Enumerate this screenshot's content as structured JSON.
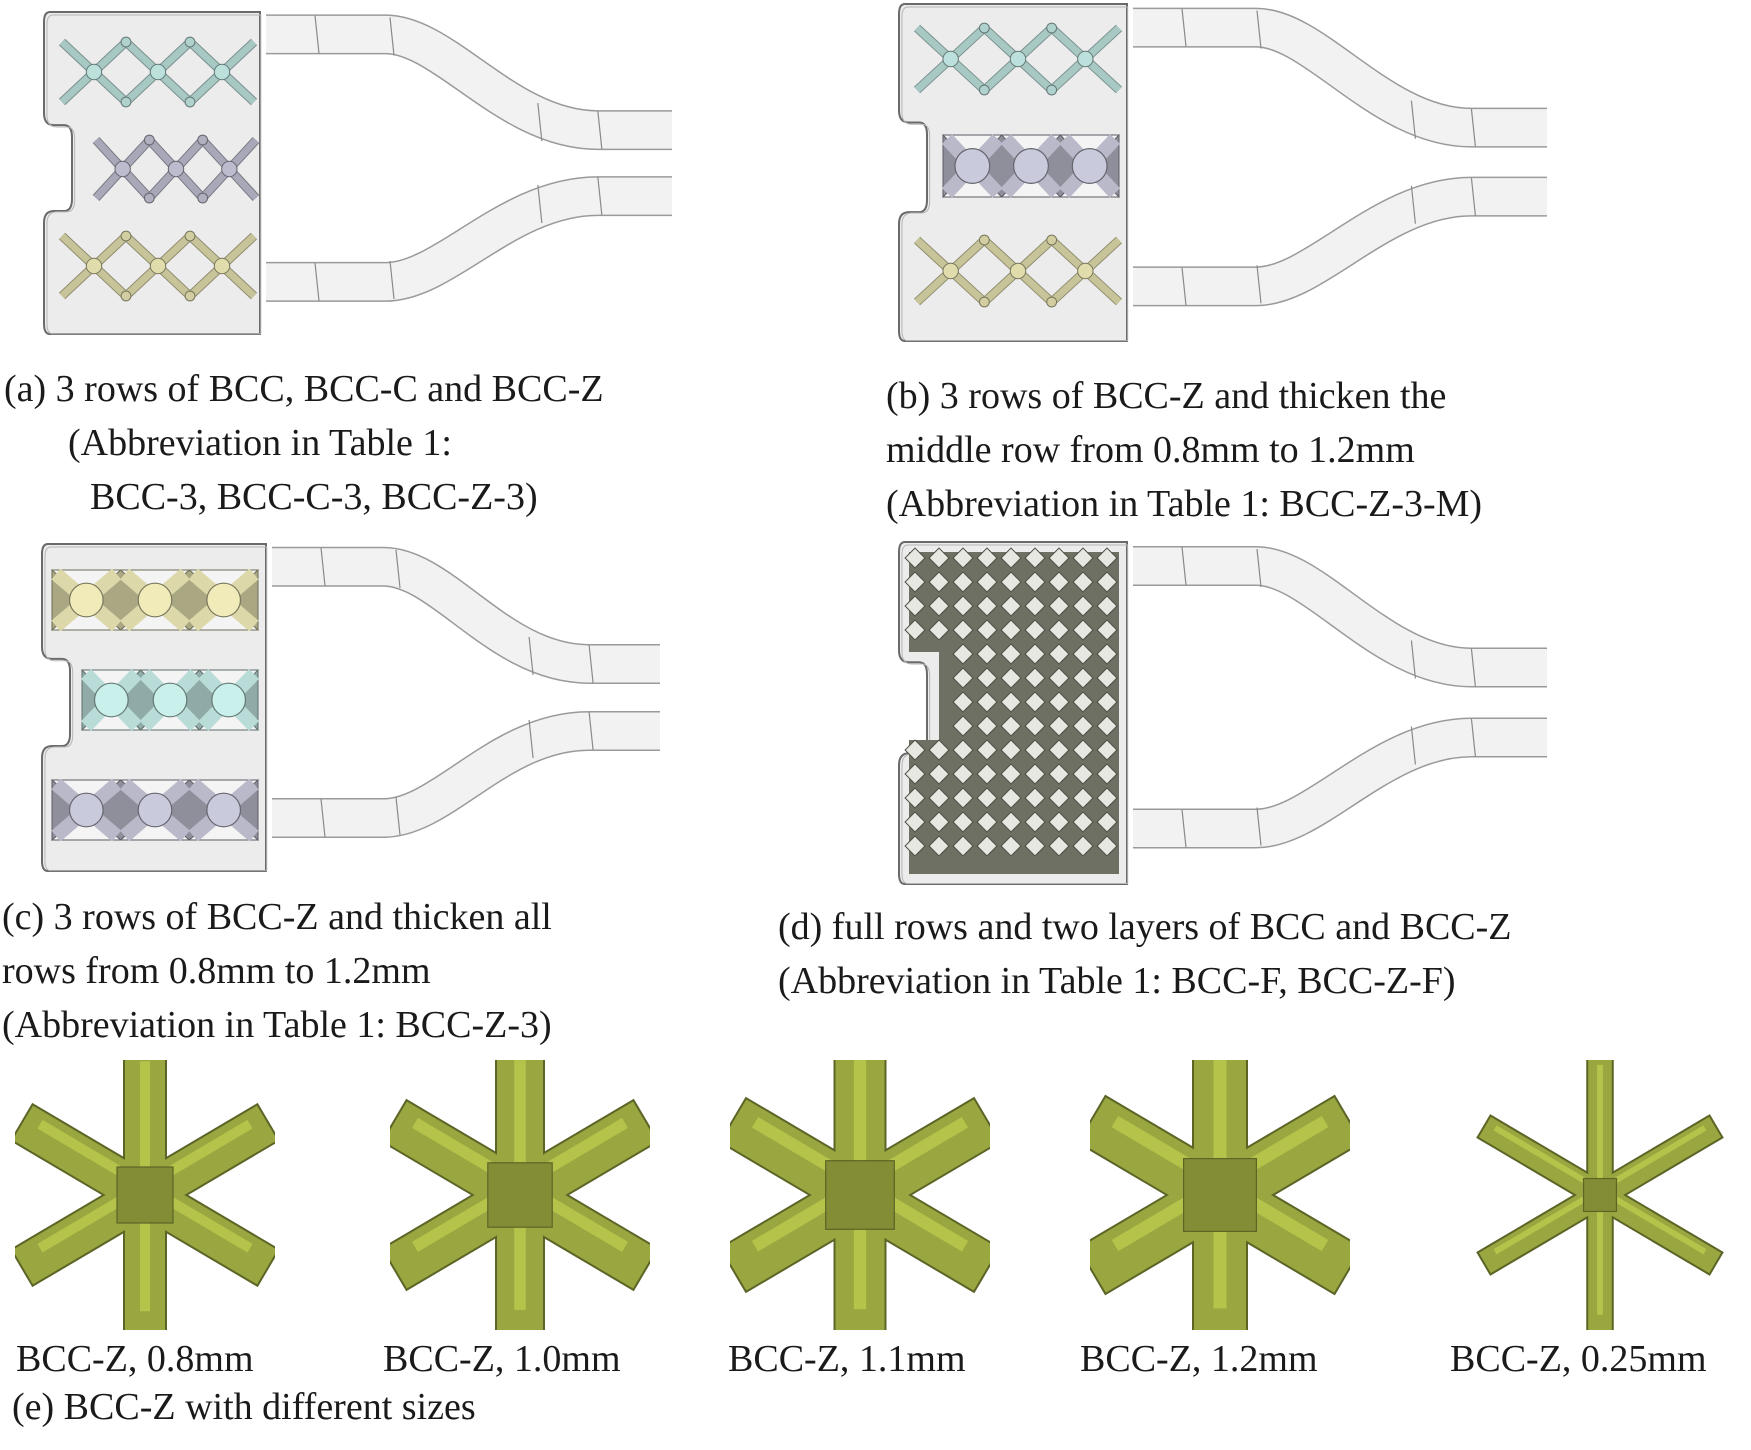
{
  "panels": {
    "a": {
      "caption": [
        "(a) 3 rows of BCC, BCC-C and BCC-Z",
        "(Abbreviation in Table 1:",
        "BCC-3, BCC-C-3, BCC-Z-3)"
      ],
      "row_colors": [
        "#a8c8c4",
        "#a8a8b8",
        "#c8c49a"
      ]
    },
    "b": {
      "caption": [
        "(b) 3 rows of BCC-Z and thicken the",
        "middle row from 0.8mm to 1.2mm",
        "(Abbreviation in Table 1: BCC-Z-3-M)"
      ],
      "row_colors": [
        "#a8c8c4",
        "#a8a8b8",
        "#c8c49a"
      ]
    },
    "c": {
      "caption": [
        "(c) 3 rows of BCC-Z and thicken all",
        "rows from 0.8mm to 1.2mm",
        "(Abbreviation in Table 1: BCC-Z-3)"
      ],
      "row_colors": [
        "#c8c49a",
        "#a8c8c4",
        "#a8a8b8"
      ]
    },
    "d": {
      "caption": [
        "(d) full rows and two layers of BCC and BCC-Z",
        "(Abbreviation in Table 1: BCC-F, BCC-Z-F)"
      ],
      "lattice_color": "#8a8c7c"
    }
  },
  "cells": {
    "title": "(e) BCC-Z with different sizes",
    "color": "#9aa640",
    "items": [
      {
        "label": "BCC-Z, 0.8mm",
        "thickness": 0.8
      },
      {
        "label": "BCC-Z, 1.0mm",
        "thickness": 1.0
      },
      {
        "label": "BCC-Z, 1.1mm",
        "thickness": 1.1
      },
      {
        "label": "BCC-Z, 1.2mm",
        "thickness": 1.2
      },
      {
        "label": "BCC-Z, 0.25mm",
        "thickness": 0.25
      }
    ]
  }
}
